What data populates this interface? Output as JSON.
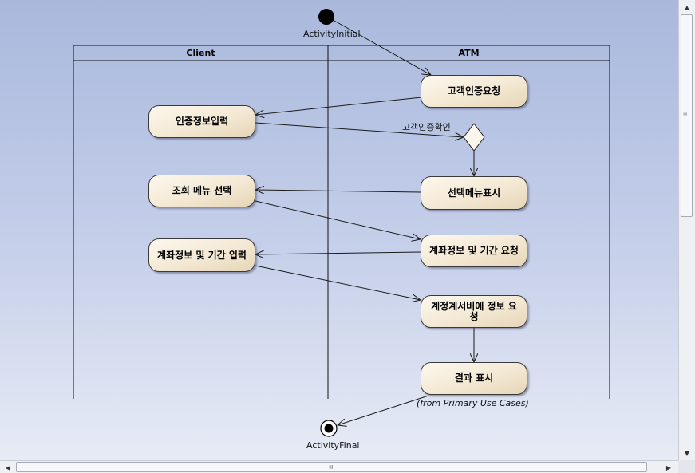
{
  "diagram": {
    "lanes": [
      {
        "name": "Client"
      },
      {
        "name": "ATM"
      }
    ],
    "initial_label": "ActivityInitial",
    "final_label": "ActivityFinal",
    "decision_label": "고객인증확인",
    "note": "(from Primary Use Cases)",
    "actions": {
      "auth_request": "고객인증요청",
      "auth_input": "인증정보입력",
      "menu_select": "조회 메뉴 선택",
      "menu_display": "선택메뉴표시",
      "account_input": "계좌정보 및 기간 입력",
      "account_request": "계좌정보 및 기간 요청",
      "server_request": "계정계서버에 정보 요청",
      "result_display": "결과 표시"
    }
  },
  "scrollbars": {
    "up_arrow": "▲",
    "down_arrow": "▼",
    "left_arrow": "◀",
    "right_arrow": "▶",
    "grip": "≡"
  }
}
